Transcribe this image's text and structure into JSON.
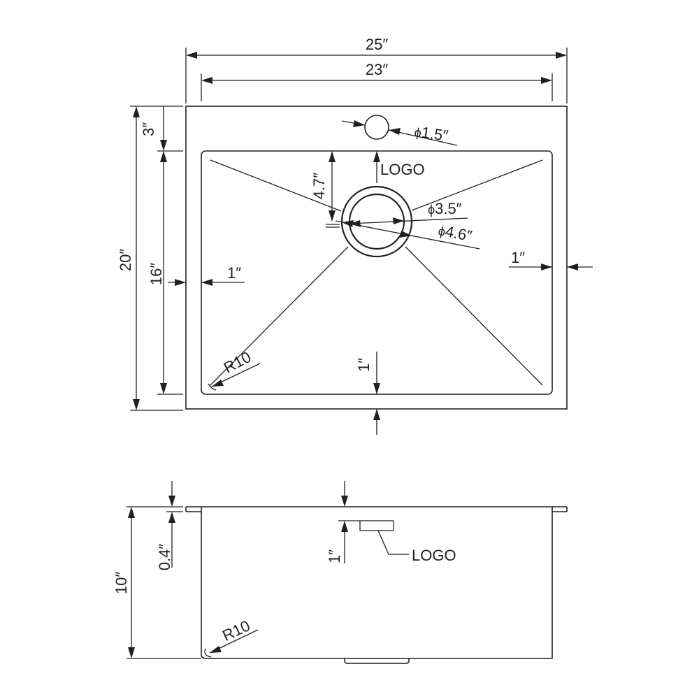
{
  "top_view": {
    "overall_width": "25″",
    "bowl_width": "23″",
    "overall_depth": "20″",
    "bowl_depth": "16″",
    "back_deck": "3″",
    "faucet_hole_diameter": "1.5″",
    "drain_offset": "4.7″",
    "drain_inner_diameter": "3.5″",
    "drain_outer_diameter": "4.6″",
    "logo_label": "LOGO",
    "left_rim": "1″",
    "right_rim": "1″",
    "front_rim": "1″",
    "corner_radius": "R10",
    "diameter_symbol": "ϕ"
  },
  "side_view": {
    "bowl_height": "10″",
    "flange_thickness": "0.4″",
    "logo_offset": "1″",
    "logo_label": "LOGO",
    "corner_radius": "R10"
  }
}
